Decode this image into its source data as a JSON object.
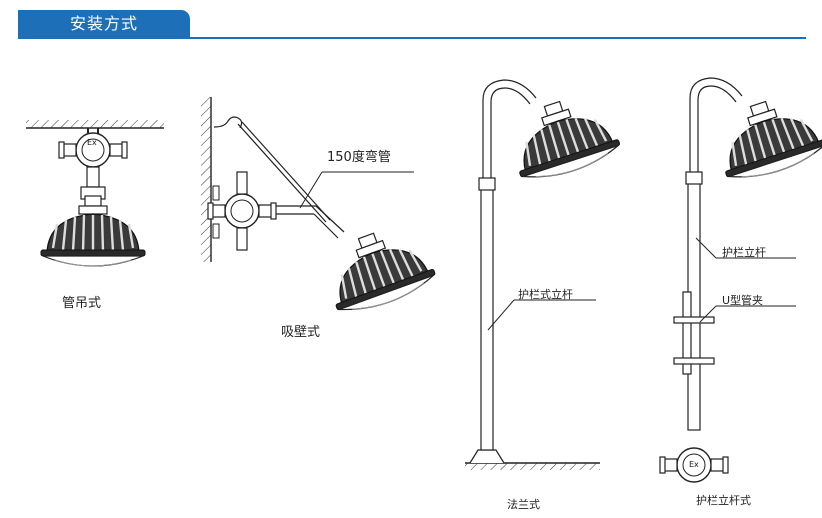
{
  "header": {
    "title": "安装方式"
  },
  "captions": {
    "pendant": "管吊式",
    "wall": "吸壁式",
    "flange": "法兰式",
    "guardrail": "护栏立杆式"
  },
  "callouts": {
    "bend_pipe": "150度弯管",
    "guardrail_pole_left": "护栏式立杆",
    "guardrail_pole_right": "护栏立杆",
    "u_clamp": "U型管夹"
  },
  "marks": {
    "ex": "Ex"
  },
  "colors": {
    "accent": "#1d6fb8",
    "line": "#222222"
  }
}
